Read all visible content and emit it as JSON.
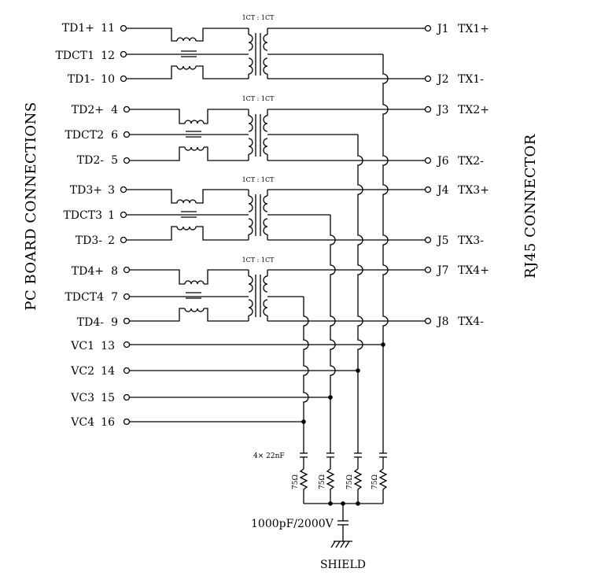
{
  "left_side_label": "PC BOARD CONNECTIONS",
  "right_side_label": "RJ45 CONNECTOR",
  "left_pins": [
    {
      "name": "TD1+",
      "num": "11"
    },
    {
      "name": "TDCT1",
      "num": "12"
    },
    {
      "name": "TD1-",
      "num": "10"
    },
    {
      "name": "TD2+",
      "num": "4"
    },
    {
      "name": "TDCT2",
      "num": "6"
    },
    {
      "name": "TD2-",
      "num": "5"
    },
    {
      "name": "TD3+",
      "num": "3"
    },
    {
      "name": "TDCT3",
      "num": "1"
    },
    {
      "name": "TD3-",
      "num": "2"
    },
    {
      "name": "TD4+",
      "num": "8"
    },
    {
      "name": "TDCT4",
      "num": "7"
    },
    {
      "name": "TD4-",
      "num": "9"
    },
    {
      "name": "VC1",
      "num": "13"
    },
    {
      "name": "VC2",
      "num": "14"
    },
    {
      "name": "VC3",
      "num": "15"
    },
    {
      "name": "VC4",
      "num": "16"
    }
  ],
  "right_pins": [
    {
      "jack": "J1",
      "sig": "TX1+"
    },
    {
      "jack": "J2",
      "sig": "TX1-"
    },
    {
      "jack": "J3",
      "sig": "TX2+"
    },
    {
      "jack": "J6",
      "sig": "TX2-"
    },
    {
      "jack": "J4",
      "sig": "TX3+"
    },
    {
      "jack": "J5",
      "sig": "TX3-"
    },
    {
      "jack": "J7",
      "sig": "TX4+"
    },
    {
      "jack": "J8",
      "sig": "TX4-"
    }
  ],
  "turns_ratio": "1CT : 1CT",
  "cap_label": "4× 22nF",
  "resistor_label": "75Ω",
  "hv_cap_label": "1000pF/2000V",
  "ground_label": "SHIELD"
}
